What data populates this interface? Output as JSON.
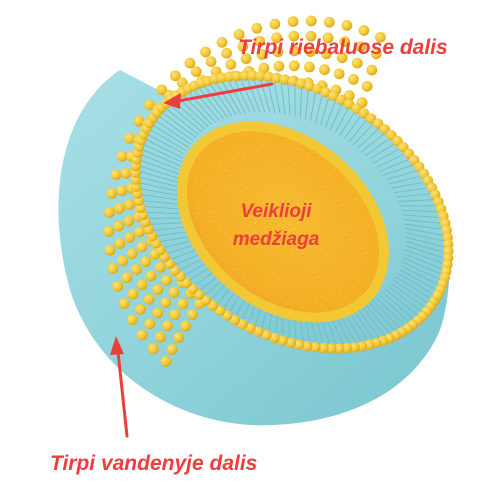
{
  "labels": {
    "lipid_part": "Tirpi riebaluose dalis",
    "active_substance_line1": "Veiklioji",
    "active_substance_line2": "medžiaga",
    "water_part": "Tirpi vandenyje dalis"
  },
  "colors": {
    "annotation": "#ee3d3d",
    "head_fill": "#f3c93a",
    "head_shadow": "#d9a31c",
    "tail": "#8fd3da",
    "core": "#f7a51c",
    "core_rim": "#f3c93a"
  },
  "icons": {
    "arrow_top": "arrow-icon",
    "arrow_bottom": "arrow-icon"
  }
}
